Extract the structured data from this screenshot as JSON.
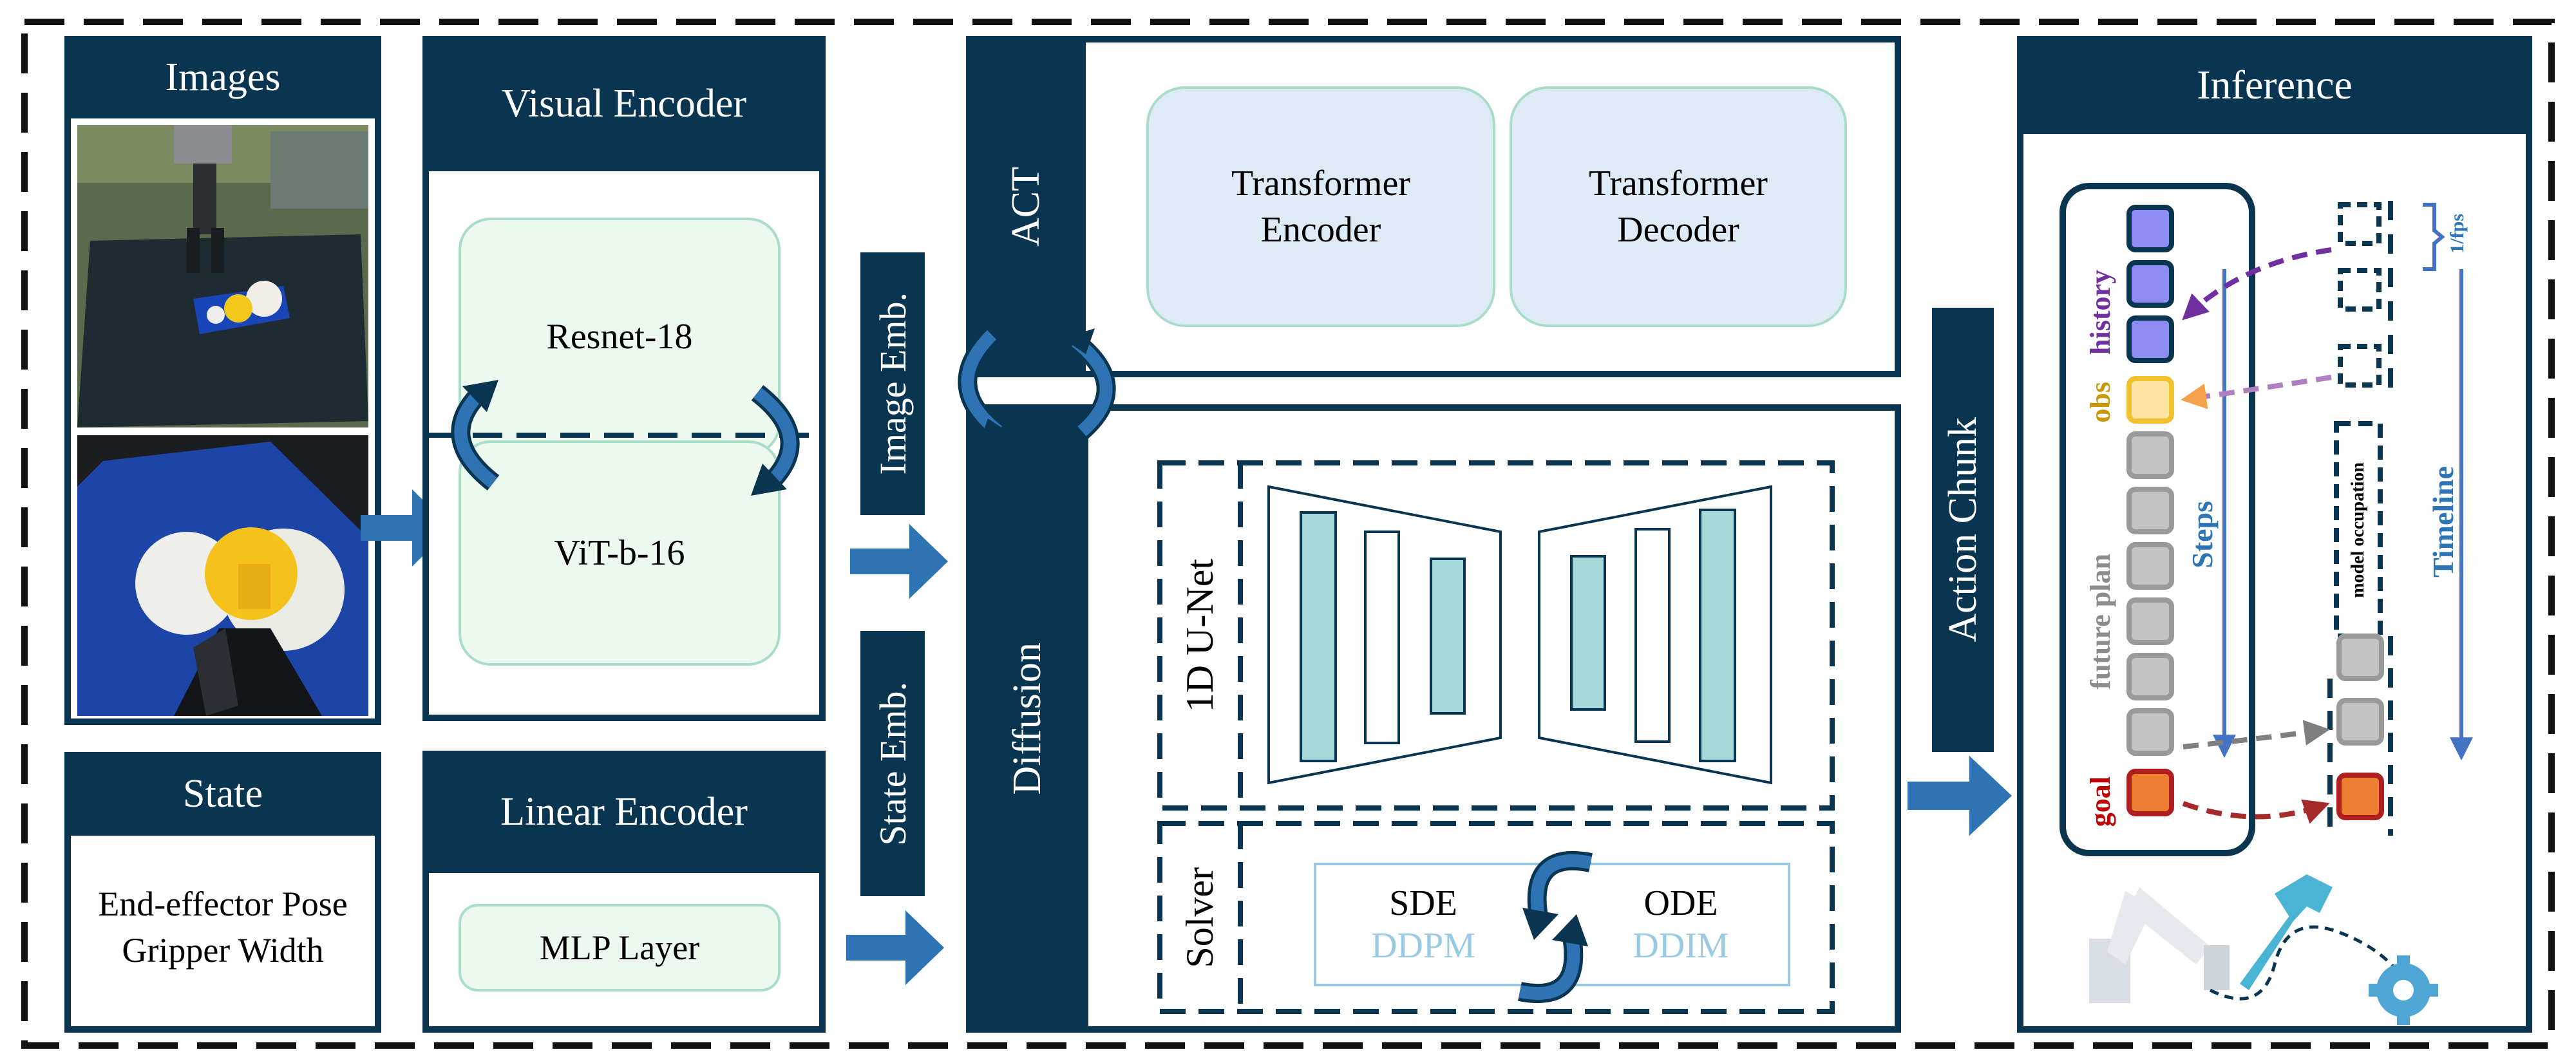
{
  "colors": {
    "navy": "#0a3550",
    "arrow": "#2e74b5",
    "greenBox": "#edf8ef",
    "greenStroke": "#a9dcc9",
    "blueBox": "#dfeaf7",
    "teal": "#a5d8d8",
    "ddLabel": "#9ac9e3"
  },
  "images": {
    "title": "Images"
  },
  "visual_encoder": {
    "title": "Visual Encoder",
    "resnet": "Resnet-18",
    "vit": "ViT-b-16"
  },
  "state": {
    "title": "State",
    "line1": "End-effector Pose",
    "line2": "Gripper Width"
  },
  "linear_encoder": {
    "title": "Linear Encoder",
    "mlp": "MLP Layer"
  },
  "embeddings": {
    "image": "Image Emb.",
    "state": "State Emb."
  },
  "act": {
    "label": "ACT",
    "enc_line1": "Transformer",
    "enc_line2": "Encoder",
    "dec_line1": "Transformer",
    "dec_line2": "Decoder"
  },
  "diffusion": {
    "label": "Diffusion",
    "unet": "1D U-Net",
    "solver": "Solver",
    "sde": "SDE",
    "ddpm": "DDPM",
    "ode": "ODE",
    "ddim": "DDIM"
  },
  "action_chunk": {
    "label": "Action Chunk"
  },
  "inference": {
    "title": "Inference",
    "history": "history",
    "obs": "obs",
    "future_plan": "future plan",
    "goal": "goal",
    "steps": "Steps",
    "timeline": "Timeline",
    "fps": "1/fps",
    "model_occupation": "model occupation"
  }
}
